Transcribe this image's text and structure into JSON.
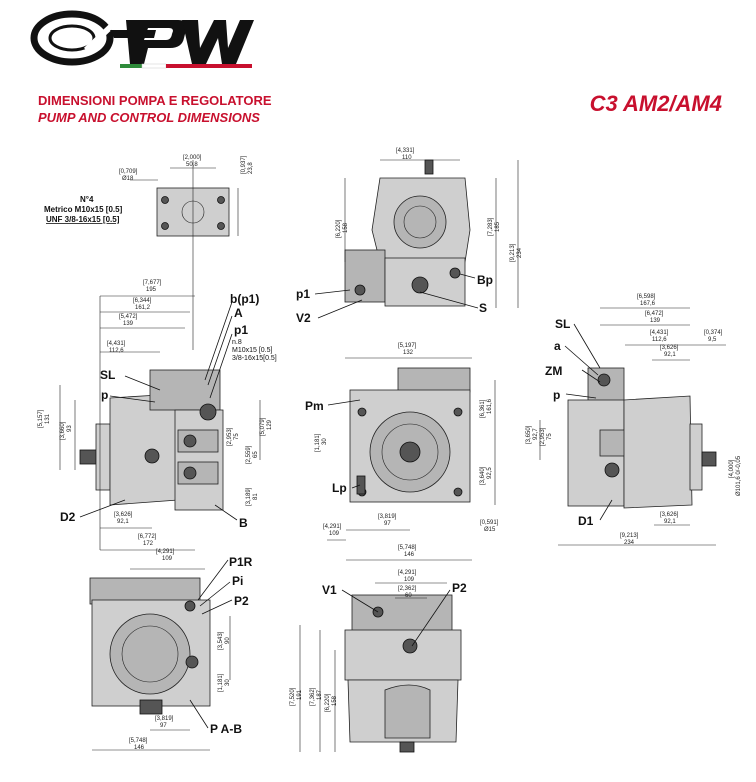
{
  "brand": {
    "name": "PWG",
    "colors": {
      "green": "#2e8b3a",
      "red": "#c8102e",
      "black": "#111111"
    }
  },
  "header": {
    "title_it": "DIMENSIONI POMPA E REGOLATORE",
    "title_en": "PUMP AND  CONTROL DIMENSIONS",
    "model": "C3 AM2/AM4"
  },
  "flange_note": {
    "n4": "N°4",
    "metric": "Metrico M10x15 [0.5]",
    "unf": "UNF 3/8-16x15 [0.5]"
  },
  "gauge_note": {
    "n": "n.8",
    "metric": "M10x15 [0.5]",
    "unf": "3/8-16x15[0.5]"
  },
  "labels": {
    "b_p1": "b(p1)",
    "A": "A",
    "p1": "p1",
    "SL": "SL",
    "p": "p",
    "D2": "D2",
    "B": "B",
    "Bp": "Bp",
    "p1_top": "p1",
    "V2": "V2",
    "S": "S",
    "Pm": "Pm",
    "Lp": "Lp",
    "SL_r": "SL",
    "a": "a",
    "ZM": "ZM",
    "p_r": "p",
    "D1": "D1",
    "P1R": "P1R",
    "Pi": "Pi",
    "P2": "P2",
    "PAB": "P A-B",
    "V1": "V1",
    "P2_b": "P2"
  },
  "dims": {
    "d0709": "[0,709]",
    "d18": "Ø18",
    "d2000": "[2,000]",
    "d508": "50,8",
    "d0937": "[0,937]",
    "d238": "23,8",
    "d4331": "[4,331]",
    "d110": "110",
    "d6220": "[6,220]",
    "d158": "158",
    "d7283": "[7,283]",
    "d185": "185",
    "d9213": "[9,213]",
    "d234": "234",
    "d7677": "[7,677]",
    "d195": "195",
    "d6344": "[6,344]",
    "d1612": "161,2",
    "d5472": "[5,472]",
    "d139": "139",
    "d4431": "[4,431]",
    "d1126": "112,6",
    "d5157": "[5,157]",
    "d131": "131",
    "d3660": "[3,660]",
    "d93": "93",
    "d2953": "[2,953]",
    "d75": "75",
    "d2559": "[2,559]",
    "d65": "65",
    "d5079": "[5,079]",
    "d129": "129",
    "d3189": "[3,189]",
    "d81": "81",
    "d3626": "[3,626]",
    "d921": "92,1",
    "d6772": "[6,772]",
    "d172": "172",
    "d5197": "[5,197]",
    "d132": "132",
    "d6361": "[6,361]",
    "d1616": "161,6",
    "d1181": "[1,181]",
    "d30": "30",
    "d3640": "[3,640]",
    "d925": "92,5",
    "d3819": "[3,819]",
    "d97": "97",
    "d4291": "[4,291]",
    "d109": "109",
    "d0591": "[0,591]",
    "d15": "Ø15",
    "d5748": "[5,748]",
    "d146": "146",
    "d6598": "[6,598]",
    "d1676": "167,6",
    "d6472": "[6,472]",
    "d139r": "139",
    "d0374": "[0,374]",
    "d95": "9,5",
    "d3626r": "[3,626]",
    "d921r": "92,1",
    "d3650": "[3,650]",
    "d927": "92,7",
    "d2953r": "[2,953]",
    "d75r": "75",
    "d4000": "[4,000]",
    "d1016": "Ø101,6  0/-0,05",
    "d9213r": "[9,213]",
    "d234r": "234",
    "d3543": "[3,543]",
    "d90": "90",
    "d2362": "[2,362]",
    "d60": "60",
    "d7520": "[7,520]",
    "d191": "191",
    "d7362": "[7,362]",
    "d187": "187",
    "d6220b": "[6,220]",
    "d158b": "158"
  }
}
